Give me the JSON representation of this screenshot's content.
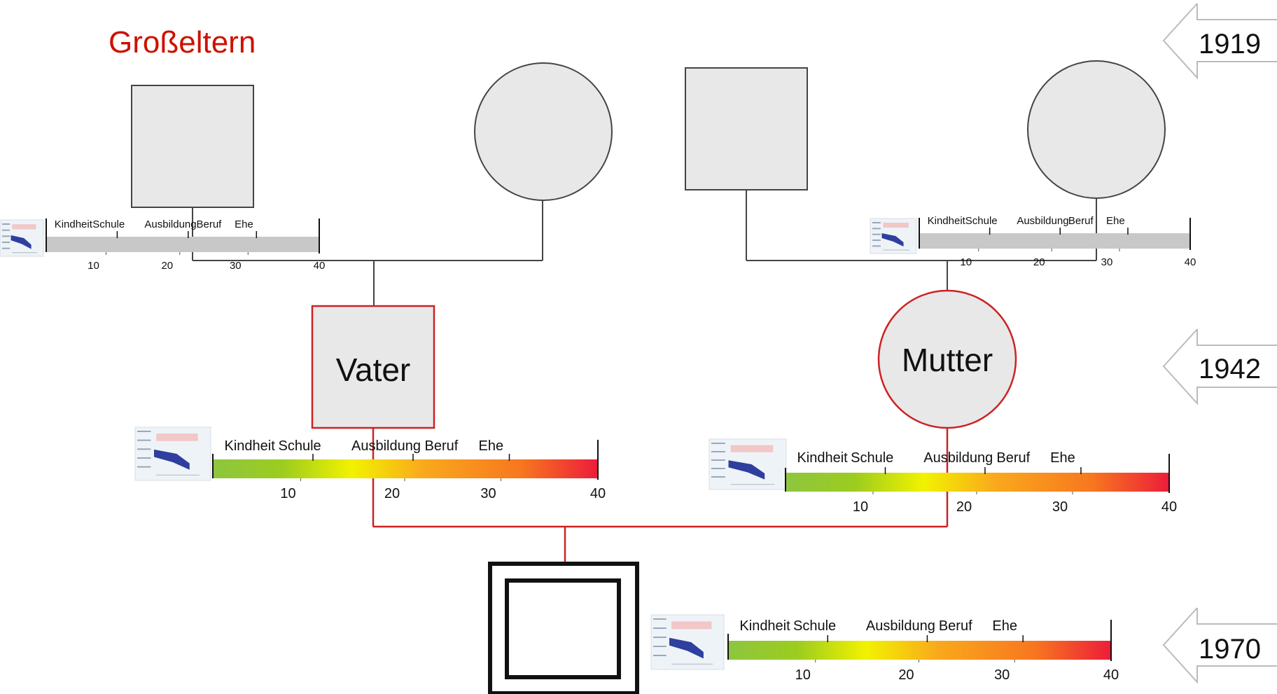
{
  "title": "Großeltern",
  "years": [
    "1919",
    "1942",
    "1970"
  ],
  "persons": {
    "father": "Vater",
    "mother": "Mutter"
  },
  "timeline": {
    "phases": [
      "Kindheit",
      "Schule",
      "Ausbildung",
      "Beruf",
      "Ehe"
    ],
    "ticks": [
      "10",
      "20",
      "30",
      "40"
    ]
  },
  "colors": {
    "title": "#cc1100",
    "highlight_line": "#cc2222",
    "node_fill": "#e8e8e8",
    "gray_bar": "#c8c8c8",
    "gradient": [
      "#8dc63f",
      "#f5f500",
      "#f7941d",
      "#ed1c24"
    ]
  }
}
